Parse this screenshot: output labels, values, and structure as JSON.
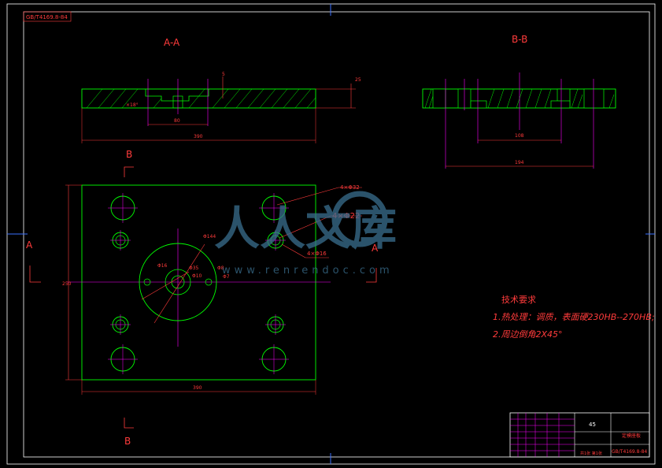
{
  "colors": {
    "background": "#000000",
    "outline": "#00ff00",
    "centerline": "#ff00ff",
    "dimension": "#ff2020",
    "frame": "#ffffff",
    "holes": "#00ff00",
    "watermark": "#3a6f8f"
  },
  "standard_code": "GB/T4169.8-84",
  "sections": {
    "aa_title": "A-A",
    "bb_title": "B-B",
    "aa_dims": {
      "width": "390",
      "hole_span": "80",
      "depth": "5",
      "thickness": "25",
      "angle": "×18°"
    },
    "bb_dims": {
      "inner": "108",
      "outer": "194"
    }
  },
  "plan": {
    "width_dim": "390",
    "height_dim": "250",
    "callout_large_holes": "4×Φ32",
    "callout_mid_holes": "4×Φ22",
    "callout_small_holes": "4×Φ16",
    "center_dims": {
      "d1": "Φ144",
      "d2": "Φ16",
      "d3": "Φ35",
      "d4": "Φ8",
      "d5": "Φ7",
      "d6": "Φ10"
    },
    "section_mark_a": "A",
    "section_mark_b": "B"
  },
  "tech_notes": {
    "title": "技术要求",
    "line1": "1.热处理：调质，表面硬230HB--270HB;",
    "line2": "2.周边倒角2X45°"
  },
  "watermark": {
    "cn": "人人文库",
    "url": "www.renrendoc.com"
  },
  "title_block": {
    "material": "45",
    "part_name": "定模座板",
    "standard": "GB/T4169.8-84",
    "scale": "共1张 第1张"
  }
}
